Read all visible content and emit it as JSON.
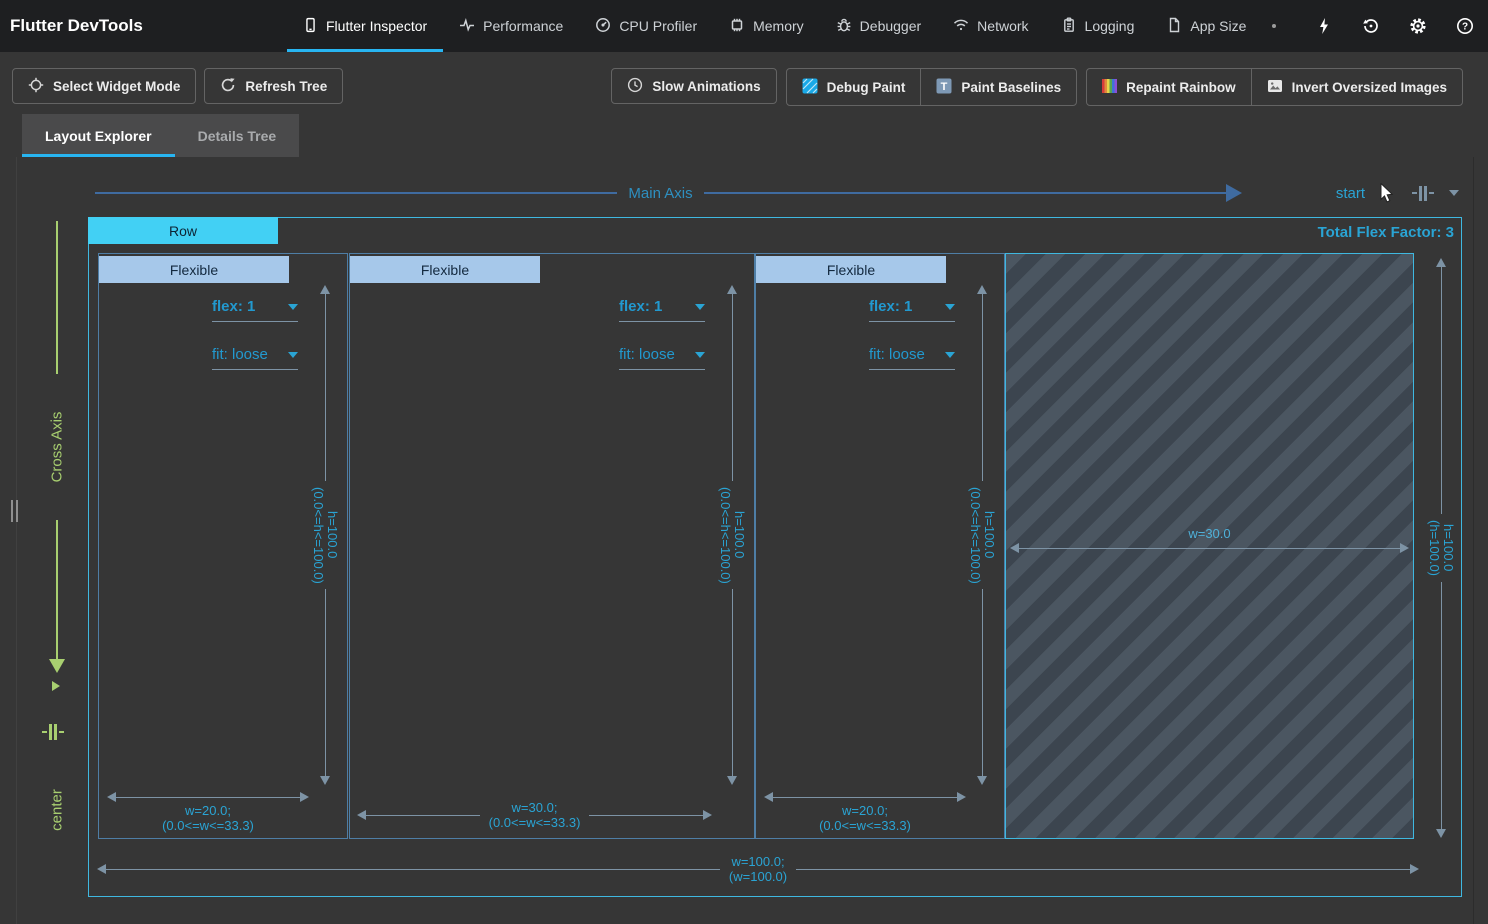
{
  "app": {
    "title": "Flutter DevTools"
  },
  "topbar": {
    "tabs": [
      {
        "label": "Flutter Inspector",
        "icon": "mobile-icon",
        "active": true
      },
      {
        "label": "Performance",
        "icon": "performance-icon",
        "active": false
      },
      {
        "label": "CPU Profiler",
        "icon": "speedometer-icon",
        "active": false
      },
      {
        "label": "Memory",
        "icon": "memory-chip-icon",
        "active": false
      },
      {
        "label": "Debugger",
        "icon": "bug-icon",
        "active": false
      },
      {
        "label": "Network",
        "icon": "wifi-icon",
        "active": false
      },
      {
        "label": "Logging",
        "icon": "clipboard-icon",
        "active": false
      },
      {
        "label": "App Size",
        "icon": "document-icon",
        "active": false
      }
    ],
    "action_icons": [
      "bolt-icon",
      "restore-icon",
      "gear-icon",
      "help-icon"
    ]
  },
  "toolbar": {
    "select_widget_mode": "Select Widget Mode",
    "refresh_tree": "Refresh Tree",
    "slow_animations": "Slow Animations",
    "debug_paint": "Debug Paint",
    "paint_baselines": "Paint Baselines",
    "repaint_rainbow": "Repaint Rainbow",
    "invert_oversized_images": "Invert Oversized Images"
  },
  "panel_tabs": {
    "layout_explorer": "Layout Explorer",
    "details_tree": "Details Tree"
  },
  "layout_explorer": {
    "main_axis_label": "Main Axis",
    "main_axis_alignment": "start",
    "cross_axis_label": "Cross Axis",
    "cross_axis_alignment": "center",
    "row": {
      "label": "Row",
      "total_flex_factor": "Total Flex Factor: 3",
      "height": {
        "line1": "h=100.0",
        "line2": "(h=100.0)"
      },
      "width": {
        "line1": "w=100.0;",
        "line2": "(w=100.0)"
      },
      "free_space": {
        "width_label": "w=30.0"
      },
      "children": [
        {
          "label": "Flexible",
          "flex": "flex: 1",
          "fit": "fit: loose",
          "height": {
            "line1": "h=100.0",
            "line2": "(0.0<=h<=100.0)"
          },
          "width": {
            "line1": "w=20.0;",
            "line2": "(0.0<=w<=33.3)"
          }
        },
        {
          "label": "Flexible",
          "flex": "flex: 1",
          "fit": "fit: loose",
          "height": {
            "line1": "h=100.0",
            "line2": "(0.0<=h<=100.0)"
          },
          "width": {
            "line1": "w=30.0;",
            "line2": "(0.0<=w<=33.3)"
          }
        },
        {
          "label": "Flexible",
          "flex": "flex: 1",
          "fit": "fit: loose",
          "height": {
            "line1": "h=100.0",
            "line2": "(0.0<=h<=100.0)"
          },
          "width": {
            "line1": "w=20.0;",
            "line2": "(0.0<=w<=33.3)"
          }
        }
      ]
    }
  },
  "colors": {
    "accent_blue": "#28b5f1",
    "row_cyan": "#42d0f4",
    "flexible_badge": "#a6c8ea",
    "annotation_blue": "#2aa4d4",
    "cross_axis_green": "#a8cf70"
  }
}
